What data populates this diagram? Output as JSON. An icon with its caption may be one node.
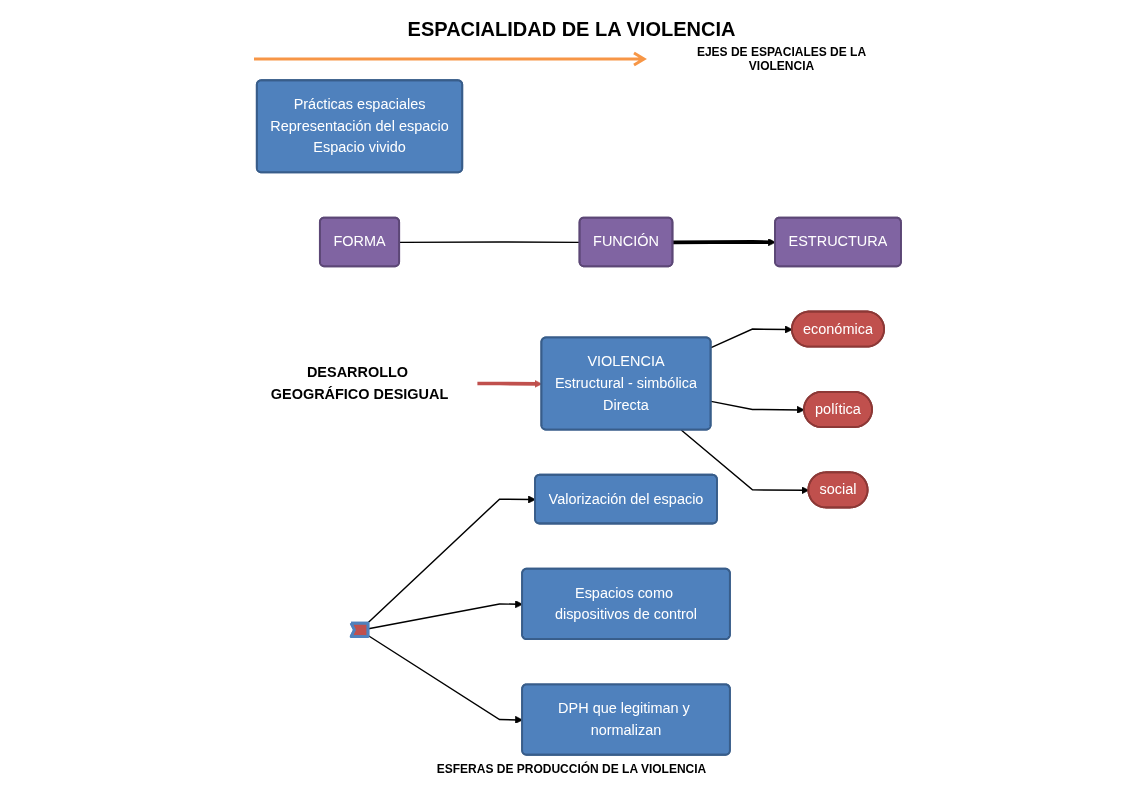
{
  "diagram": {
    "title": "ESPACIALIDAD DE LA VIOLENCIA",
    "nodes": [
      {
        "text": [
          "VIOLENCIA",
          "Estructural - simbólica",
          "Directa"
        ]
      },
      {
        "text": [
          "económica"
        ]
      },
      {
        "text": [
          "política"
        ]
      },
      {
        "text": [
          "social"
        ]
      },
      {
        "text": [
          "Prácticas espaciales",
          "Representación del espacio",
          "Espacio vivido"
        ]
      },
      {
        "text": [
          "FORMA"
        ]
      },
      {
        "text": [
          "FUNCIÓN"
        ]
      },
      {
        "text": [
          "ESTRUCTURA"
        ]
      },
      {
        "text": [],
        "shape": "arrow"
      },
      {
        "text": [
          "Valorización del espacio"
        ]
      },
      {
        "text": [
          "Espacios como dispositivos de control"
        ]
      },
      {
        "text": [
          "DPH que legitiman y normalizan"
        ]
      },
      {
        "text": [
          "DESARROLLO GEOGRÁFICO DESIGUAL"
        ]
      }
    ],
    "edges": [
      {
        "from": 0,
        "to": 1,
        "arrow": "to"
      },
      {
        "from": 0,
        "to": 2,
        "arrow": "to"
      },
      {
        "from": 0,
        "to": 3,
        "arrow": "to"
      },
      {
        "from": 5,
        "to": 6,
        "arrow": "none"
      },
      {
        "from": 6,
        "to": 7,
        "arrow": "to",
        "style": "thick"
      },
      {
        "from": 8,
        "to": 9,
        "arrow": "to"
      },
      {
        "from": 8,
        "to": 10,
        "arrow": "to"
      },
      {
        "from": 8,
        "to": 11,
        "arrow": "to"
      },
      {
        "from": 12,
        "to": 0,
        "arrow": "to",
        "style": "thick",
        "color": "#c0504d"
      }
    ],
    "labels": [
      "EJES DE ESPACIALES DE LA VIOLENCIA",
      "ESFERAS DE PRODUCCIÓN DE LA VIOLENCIA"
    ]
  }
}
